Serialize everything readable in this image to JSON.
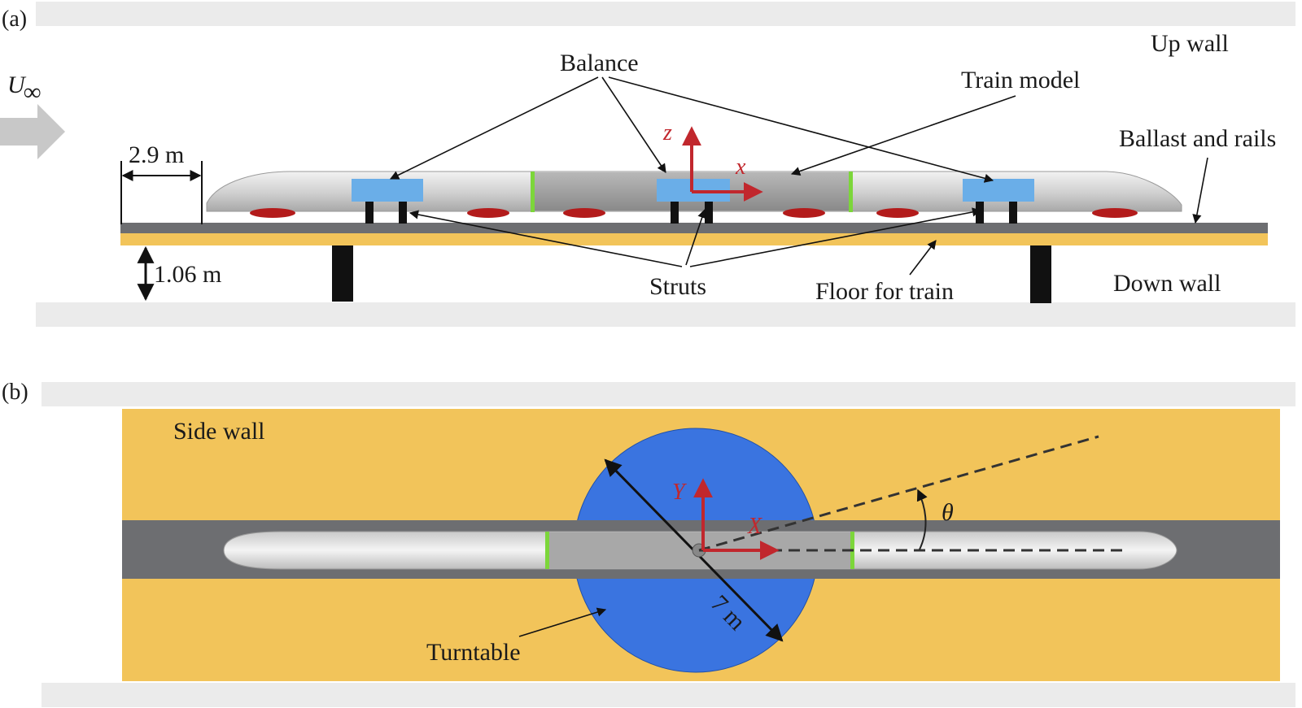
{
  "panel_a": {
    "tag": "(a)",
    "freestream_symbol": "U",
    "freestream_subscript": "∞",
    "up_wall": "Up wall",
    "down_wall": "Down wall",
    "balance": "Balance",
    "train_model": "Train model",
    "ballast_and_rails": "Ballast and rails",
    "struts": "Struts",
    "floor_for_train": "Floor for train",
    "dim_length": "2.9 m",
    "dim_height": "1.06 m",
    "axis_z": "z",
    "axis_x": "x"
  },
  "panel_b": {
    "tag": "(b)",
    "side_wall": "Side wall",
    "turntable": "Turntable",
    "diameter": "7 m",
    "axis_y": "Y",
    "axis_x": "X",
    "angle": "θ"
  },
  "colors": {
    "wall": "#ebebeb",
    "floor": "#f2c45a",
    "ballast": "#6d6e71",
    "balance": "#6aaee8",
    "turntable": "#3a74e0",
    "axis_red": "#c1272d",
    "train_light": "#d4d4d4",
    "train_dark": "#9a9a9a",
    "joint_green": "#7cd63a",
    "bogie_red": "#b31b1b"
  }
}
